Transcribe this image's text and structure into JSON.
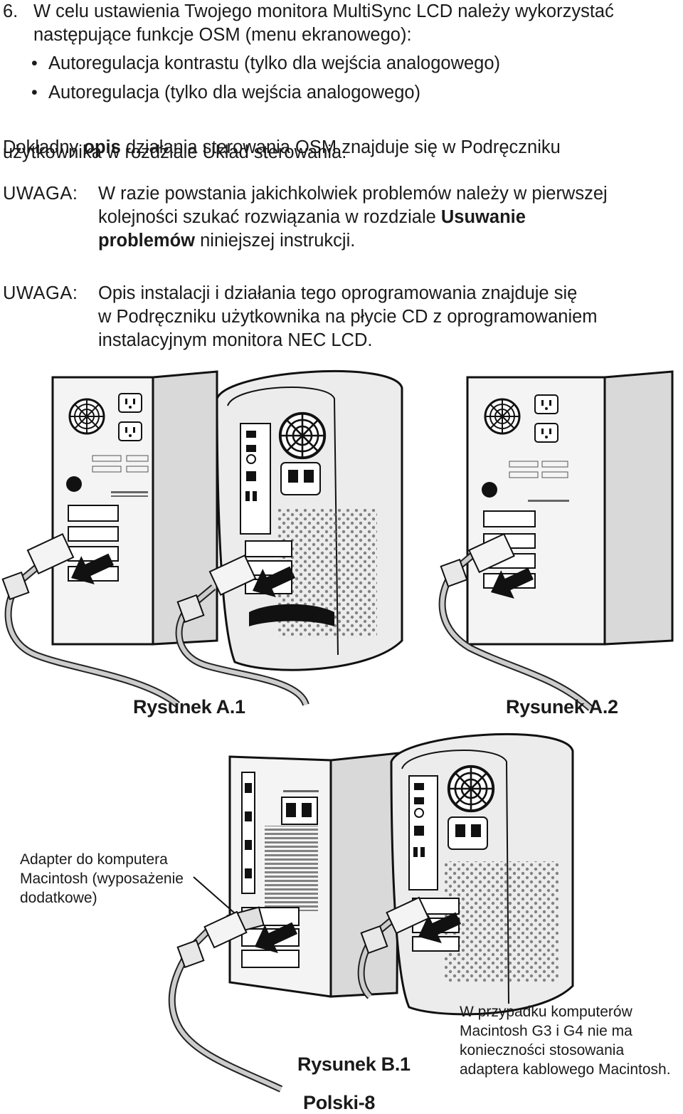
{
  "item": {
    "number": "6.",
    "line1": "W celu ustawienia Twojego monitora MultiSync LCD należy wykorzystać",
    "line2": "następujące funkcje OSM (menu ekranowego):",
    "bullets": [
      "Autoregulacja kontrastu (tylko dla wejścia analogowego)",
      "Autoregulacja (tylko dla wejścia analogowego)"
    ]
  },
  "detail": {
    "a": "Dokładny ",
    "bold": "opis",
    "b": " działania sterowania OSM znajduje się w Podręczniku",
    "line2": "użytkownika w rozdziale Układ sterowania."
  },
  "note1": {
    "label": "UWAGA:",
    "line1": "W razie powstania jakichkolwiek problemów należy w pierwszej",
    "line2a": "kolejności szukać rozwiązania w rozdziale ",
    "line2b": "Usuwanie",
    "line3a": "problemów",
    "line3b": " niniejszej instrukcji."
  },
  "note2": {
    "label": "UWAGA:",
    "line1": "Opis instalacji i działania tego oprogramowania znajduje się",
    "line2": "w Podręczniku użytkownika na płycie CD z oprogramowaniem",
    "line3": "instalacyjnym monitora NEC LCD."
  },
  "figures": {
    "a1": "Rysunek A.1",
    "a2": "Rysunek A.2",
    "b1": "Rysunek B.1",
    "adapter_note": [
      "Adapter do komputera",
      "Macintosh (wyposażenie",
      "dodatkowe)"
    ],
    "g3_note": [
      "W przypadku komputerów",
      "Macintosh G3 i G4 nie ma",
      "konieczności stosowania",
      "adaptera kablowego Macintosh."
    ]
  },
  "footer": {
    "page": "Polski-8"
  }
}
